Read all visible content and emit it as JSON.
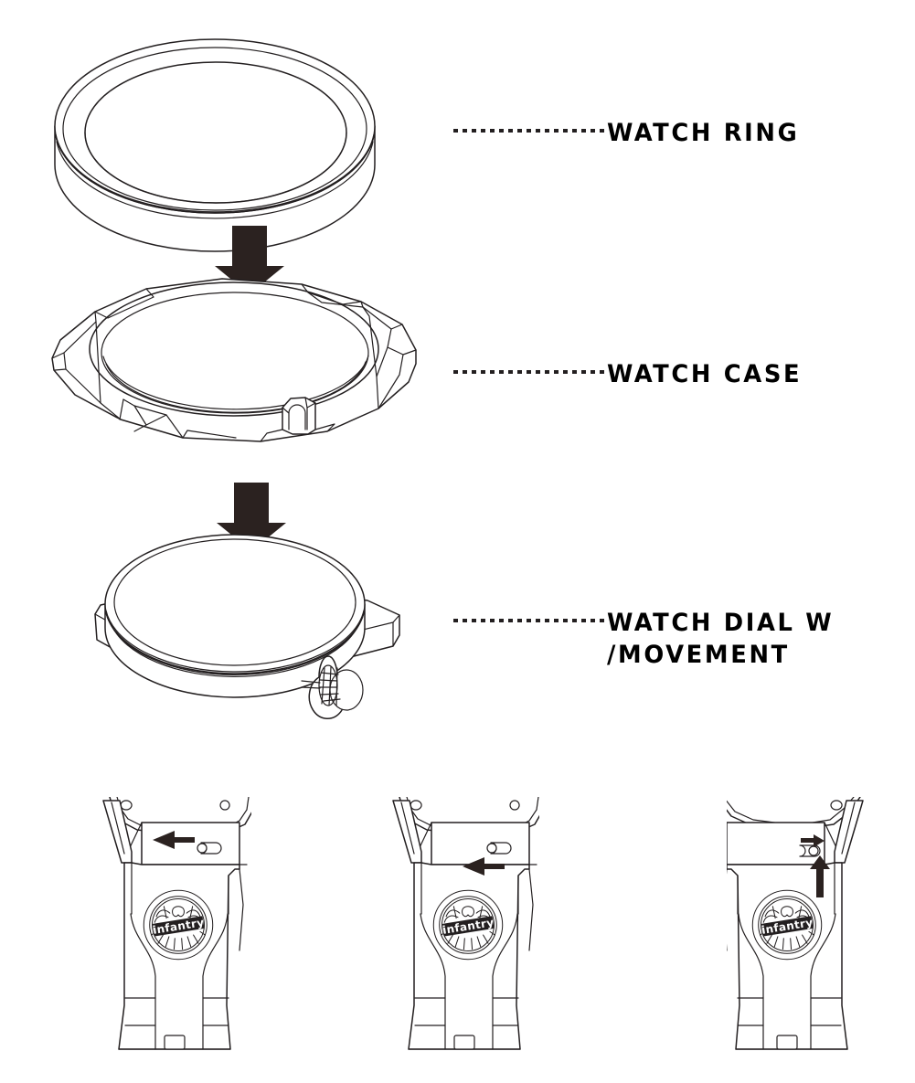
{
  "document": {
    "kind": "exploded-assembly-instruction-sheet",
    "background_color": "#ffffff",
    "line_color": "#231f20",
    "arrow_color": "#2b2220",
    "text_color": "#000000"
  },
  "exploded_view": {
    "parts": [
      {
        "id": "watch-ring",
        "label": "WATCH RING",
        "leader_dashes": 17,
        "order": 1
      },
      {
        "id": "watch-case",
        "label": "WATCH CASE",
        "leader_dashes": 17,
        "order": 2
      },
      {
        "id": "watch-dial-movement",
        "label": "WATCH DIAL W\n/MOVEMENT",
        "leader_dashes": 17,
        "order": 3
      }
    ],
    "assembly_arrows": [
      {
        "id": "arrow-ring-into-case",
        "direction": "down"
      },
      {
        "id": "arrow-case-onto-dial",
        "direction": "down"
      }
    ]
  },
  "strap_steps": [
    {
      "id": "step-1",
      "logo_text": "infantry",
      "arrow": {
        "direction": "left",
        "target": "strap-release-edge"
      }
    },
    {
      "id": "step-2",
      "logo_text": "infantry",
      "arrow": {
        "direction": "left",
        "target": "spring-bar-pin"
      }
    },
    {
      "id": "step-3",
      "logo_text": "infantry",
      "arrows": [
        {
          "direction": "right",
          "target": "spring-bar-pin"
        },
        {
          "direction": "up",
          "target": "strap-lift"
        }
      ]
    }
  ]
}
